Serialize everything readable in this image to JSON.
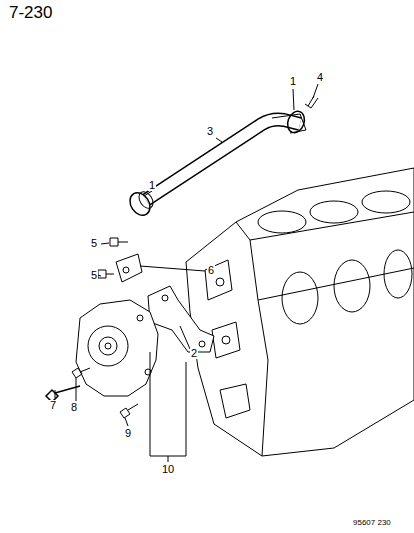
{
  "diagram": {
    "labels": [
      "7-230",
      "1",
      "4",
      "3",
      "1",
      "5",
      "5",
      "6",
      "2",
      "10",
      "7",
      "8",
      "9",
      "95607 230"
    ]
  }
}
